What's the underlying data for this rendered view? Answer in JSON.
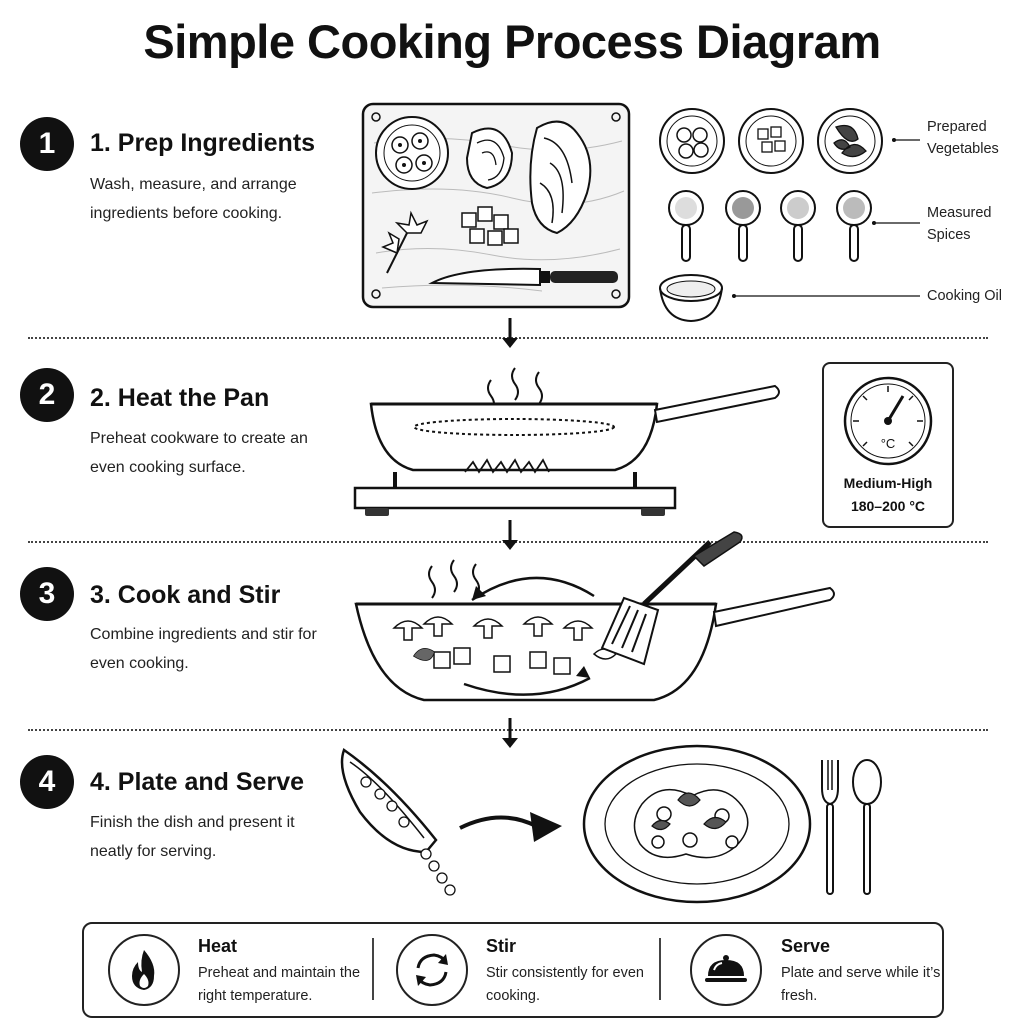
{
  "title": "Simple Cooking Process Diagram",
  "steps": [
    {
      "number": "1",
      "title": "1. Prep Ingredients",
      "desc": "Wash, measure, and arrange ingredients before cooking."
    },
    {
      "number": "2",
      "title": "2. Heat the Pan",
      "desc": "Preheat cookware to create an even cooking surface."
    },
    {
      "number": "3",
      "title": "3. Cook and Stir",
      "desc": "Combine ingredients and stir for even cooking."
    },
    {
      "number": "4",
      "title": "4. Plate and Serve",
      "desc": "Finish the dish and present it neatly for serving."
    }
  ],
  "callouts": {
    "vegetables": "Prepared Vegetables",
    "spices": "Measured Spices",
    "oil": "Cooking Oil"
  },
  "thermometer": {
    "unit": "°C",
    "level": "Medium-High",
    "range": "180–200 °C"
  },
  "tips": [
    {
      "title": "Heat",
      "text": "Preheat and maintain the right temperature.",
      "icon": "flame-icon"
    },
    {
      "title": "Stir",
      "text": "Stir consistently for even cooking.",
      "icon": "stir-arrows-icon"
    },
    {
      "title": "Serve",
      "text": "Plate and serve while it’s fresh.",
      "icon": "cloche-icon"
    }
  ]
}
